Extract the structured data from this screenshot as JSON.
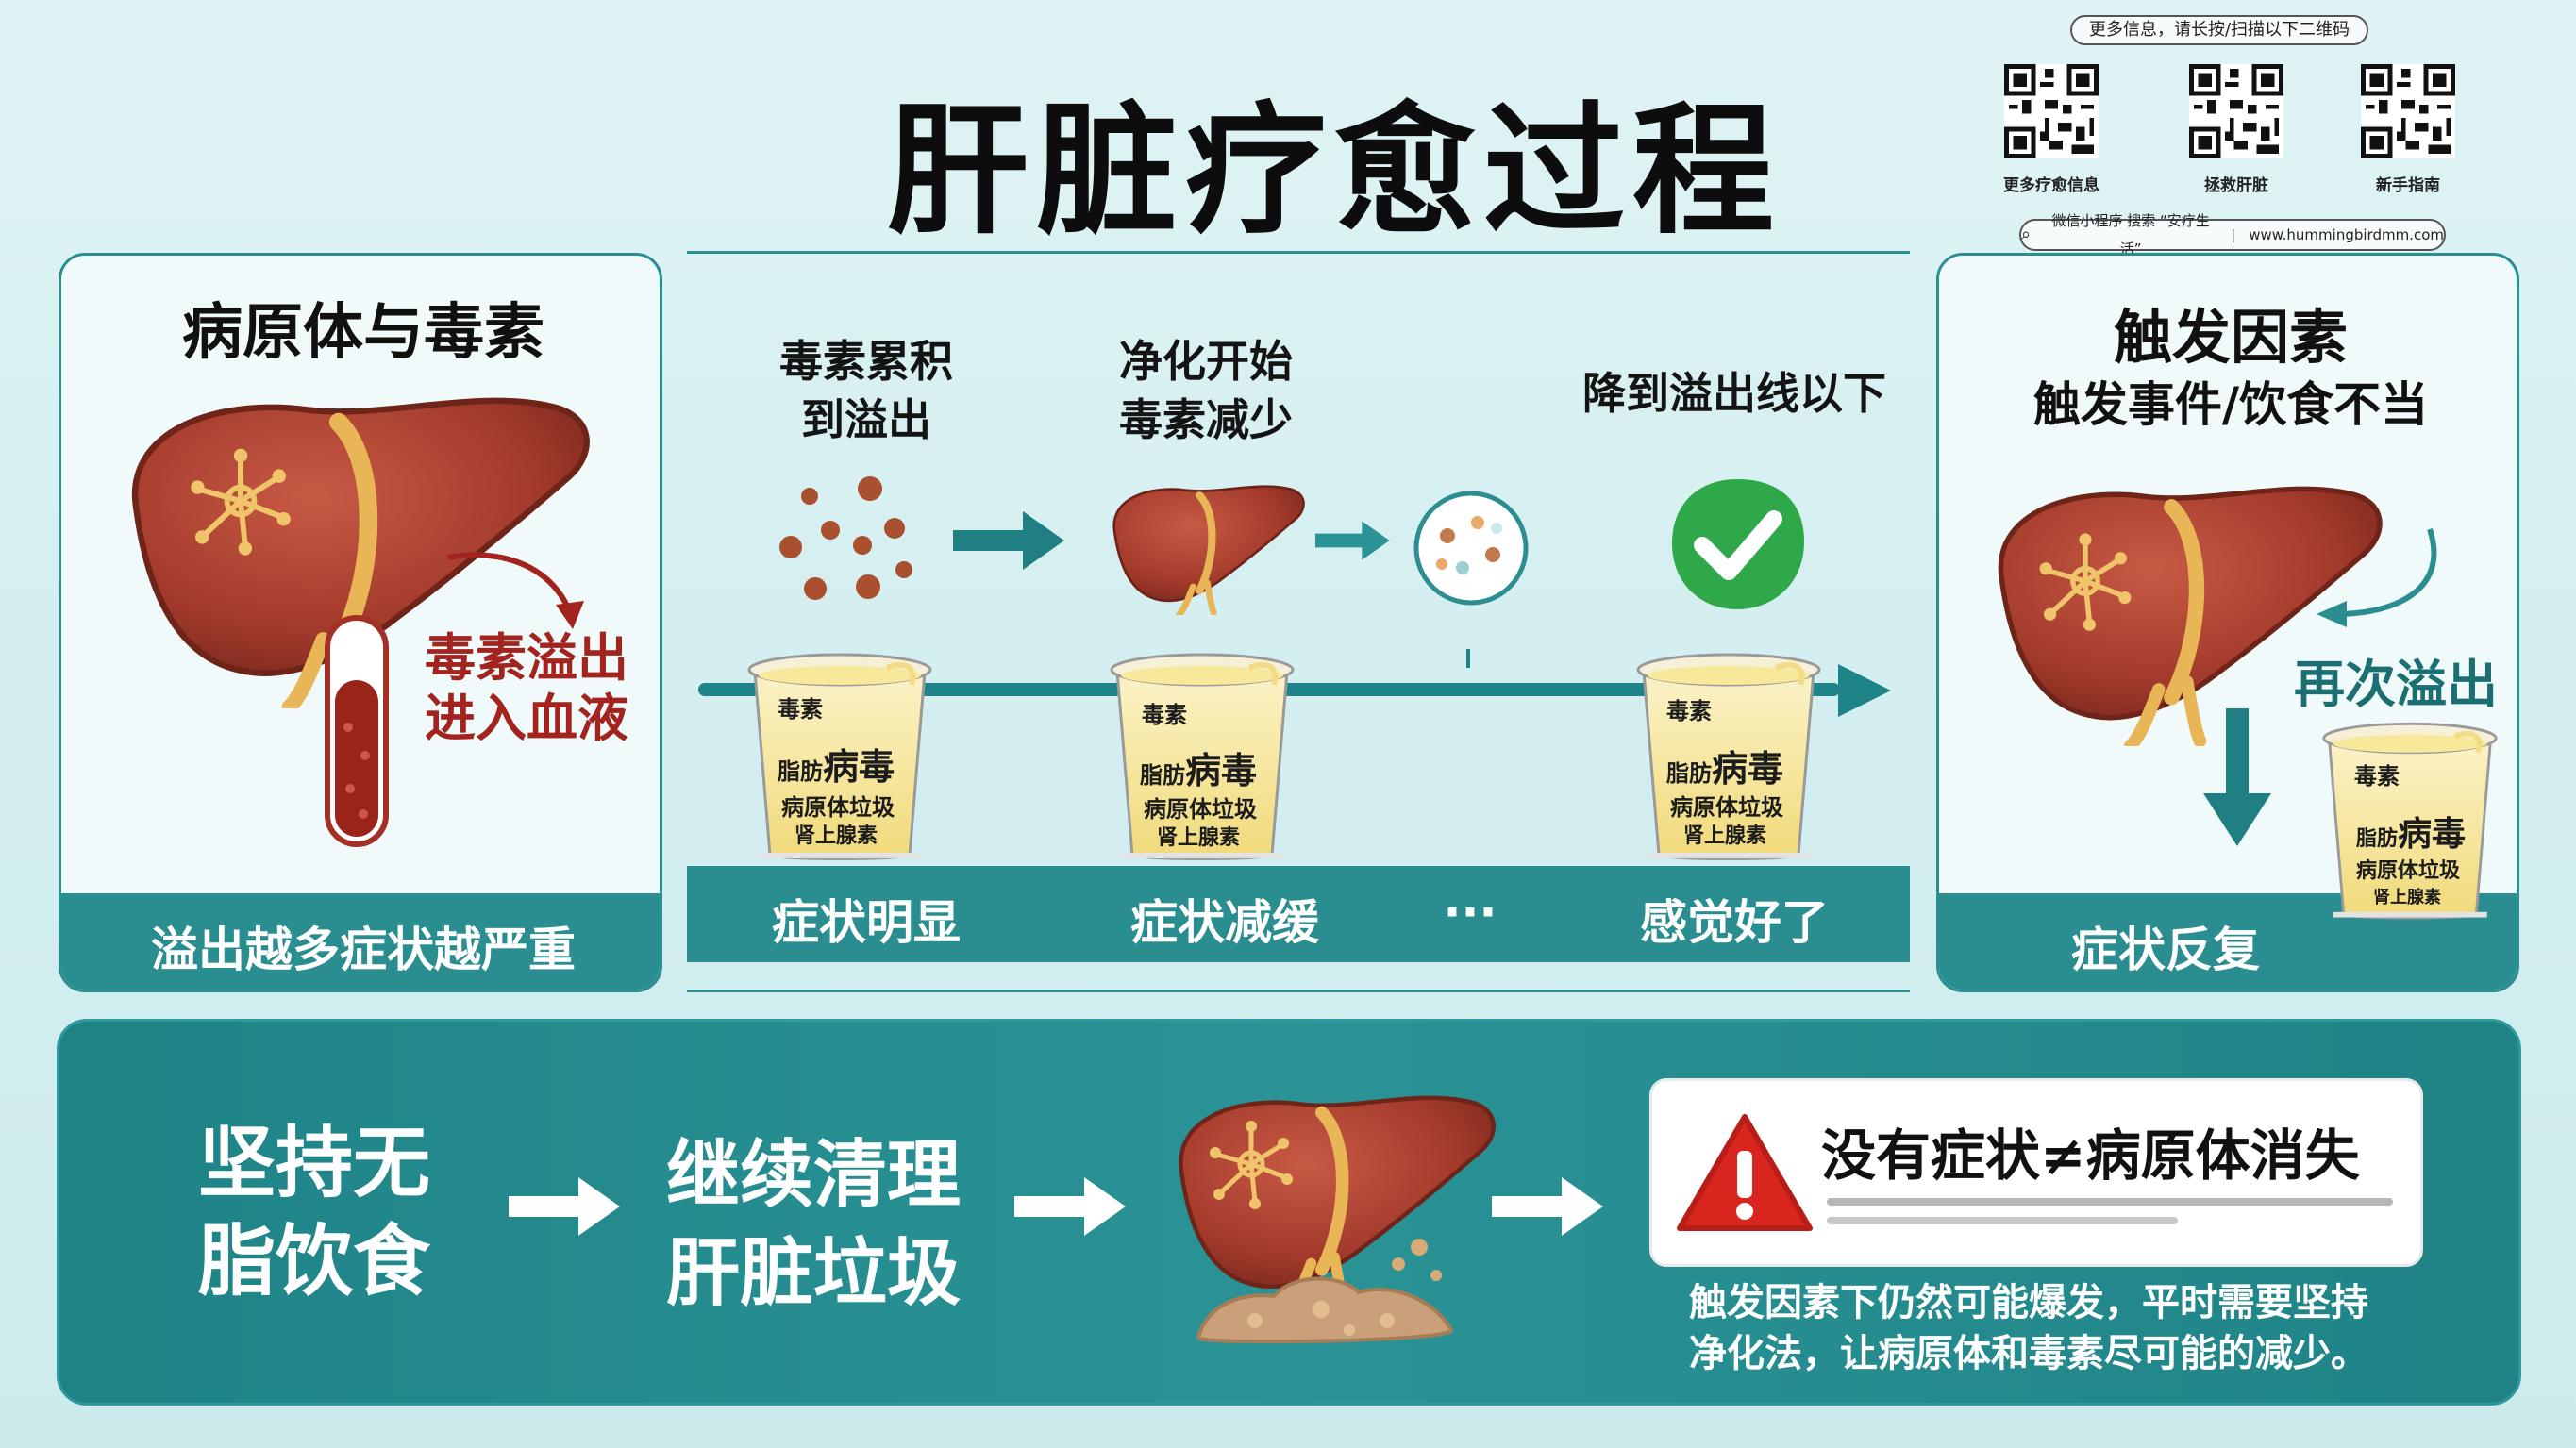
{
  "title": "肝脏疗愈过程",
  "qr": {
    "header": "更多信息，请长按/扫描以下二维码",
    "items": [
      {
        "label": "更多疗愈信息"
      },
      {
        "label": "拯救肝脏"
      },
      {
        "label": "新手指南"
      }
    ],
    "search_text": "微信小程序  搜索 “安疗生活”",
    "url": "www.hummingbirdmm.com"
  },
  "left_panel": {
    "title": "病原体与毒素",
    "overflow_label_line1": "毒素溢出",
    "overflow_label_line2": "进入血液",
    "footer": "溢出越多症状越严重"
  },
  "middle_panel": {
    "steps": [
      {
        "title_line1": "毒素累积",
        "title_line2": "到溢出",
        "footer": "症状明显"
      },
      {
        "title_line1": "净化开始",
        "title_line2": "毒素减少",
        "footer": "症状减缓"
      },
      {
        "title_line1": "降到溢出线以下",
        "title_line2": "",
        "footer": "感觉好了"
      }
    ],
    "ellipsis": "···"
  },
  "cup": {
    "top": "毒素",
    "mid_small": "脂肪",
    "mid_big": "病毒",
    "line3": "病原体垃圾",
    "line4": "肾上腺素"
  },
  "right_panel": {
    "title": "触发因素",
    "subtitle": "触发事件/饮食不当",
    "overflow_again": "再次溢出",
    "footer": "症状反复"
  },
  "banner": {
    "step1_line1": "坚持无",
    "step1_line2": "脂饮食",
    "step2_line1": "继续清理",
    "step2_line2": "肝脏垃圾",
    "warning_title": "没有症状≠病原体消失",
    "note_line1": "触发因素下仍然可能爆发，平时需要坚持",
    "note_line2": "净化法，让病原体和毒素尽可能的减少。"
  },
  "colors": {
    "teal": "#2a8d90",
    "liver": "#a83a2c",
    "warning_red": "#d8261e",
    "check_green": "#2fa84a"
  }
}
